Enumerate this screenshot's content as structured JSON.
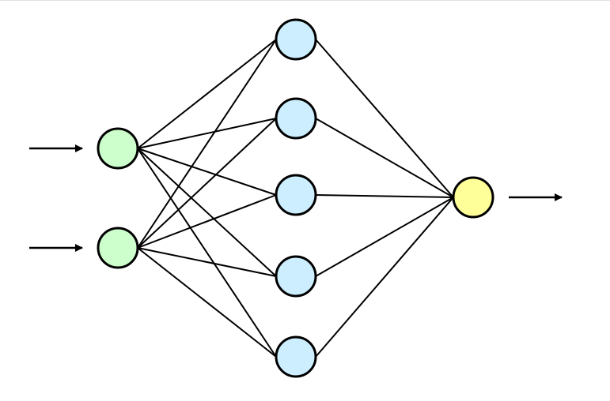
{
  "diagram": {
    "type": "neural-network",
    "layers": [
      {
        "role": "input",
        "nodes": 2,
        "fill": "#ccffcc"
      },
      {
        "role": "hidden",
        "nodes": 5,
        "fill": "#cceeff"
      },
      {
        "role": "output",
        "nodes": 1,
        "fill": "#ffff99"
      }
    ],
    "connections": "fully-connected",
    "input_arrows": 2,
    "output_arrows": 1,
    "stroke_color": "#000000"
  }
}
